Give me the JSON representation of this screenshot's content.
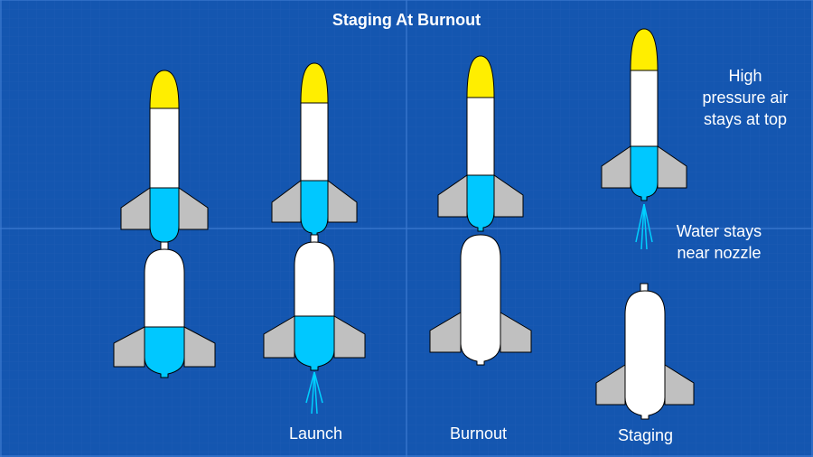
{
  "title": "Staging At Burnout",
  "labels": {
    "launch": "Launch",
    "burnout": "Burnout",
    "staging": "Staging"
  },
  "notes": {
    "high_pressure": [
      "High",
      "pressure air",
      "stays at top"
    ],
    "water": [
      "Water stays",
      "near nozzle"
    ]
  },
  "colors": {
    "background": "#1456b0",
    "grid": "#2d6dc4",
    "nose": "#ffee00",
    "water": "#00c8ff",
    "body": "#ffffff",
    "fin": "#c0c0c0",
    "outline": "#000000",
    "spray": "#00d0ff"
  }
}
